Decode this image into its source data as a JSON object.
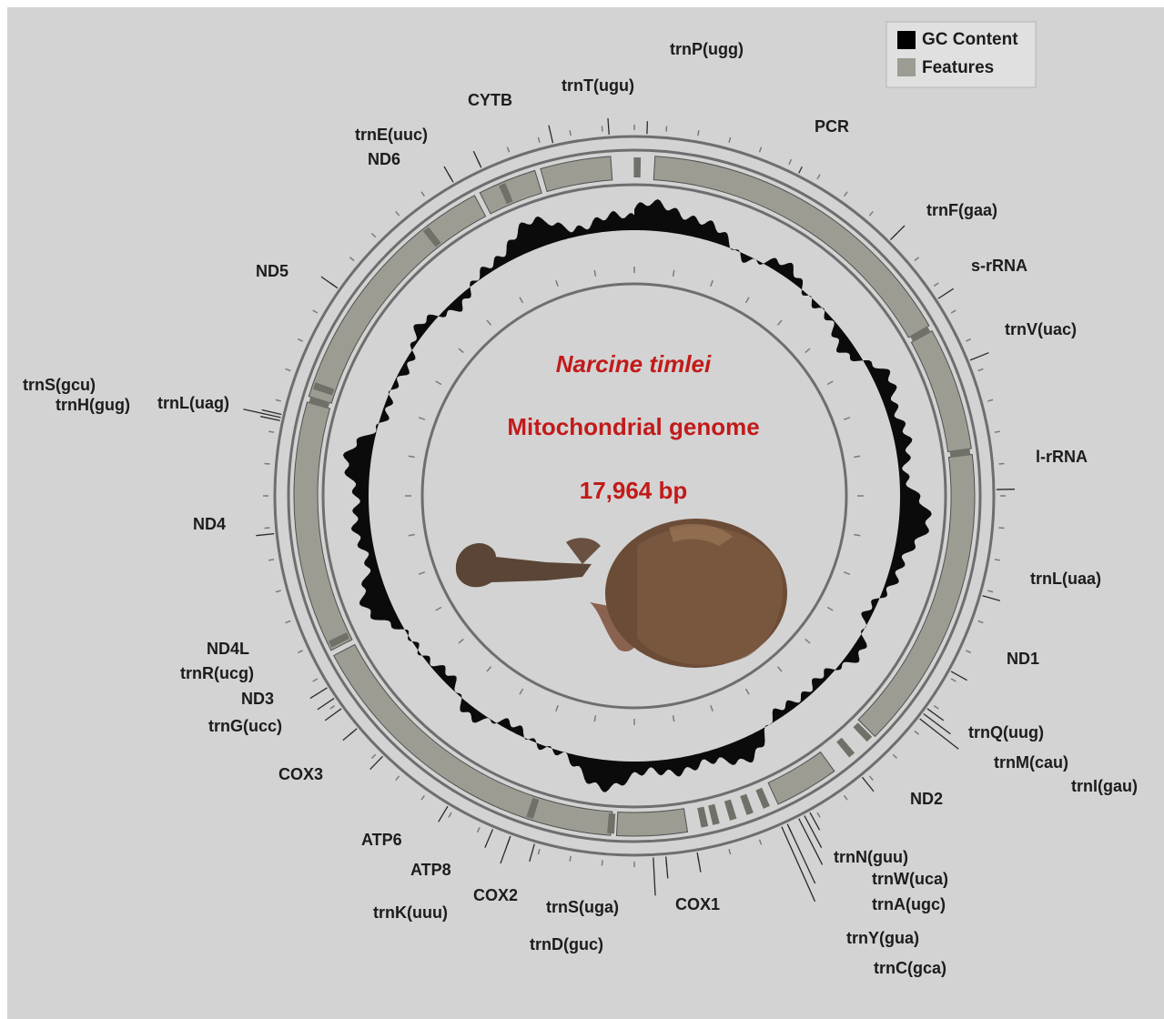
{
  "colors": {
    "background": "#d3d3d3",
    "feature_fill": "#9c9c92",
    "feature_stroke": "#505050",
    "gc_fill": "#000000",
    "ring": "#6e6e6e",
    "title": "#c21a1a",
    "label": "#1c1c1c"
  },
  "legend": {
    "gc_label": "GC Content",
    "features_label": "Features"
  },
  "title": {
    "species": "Narcine timlei",
    "subtitle": "Mitochondrial genome",
    "length": "17,964 bp"
  },
  "fish_image": {
    "semantic": "electric-ray-photo"
  },
  "genes": [
    {
      "name": "trnP(ugg)",
      "label": "trnP(ugg)",
      "kind": "tRNA"
    },
    {
      "name": "PCR",
      "label": "PCR",
      "kind": "region"
    },
    {
      "name": "trnF(gaa)",
      "label": "trnF(gaa)",
      "kind": "tRNA"
    },
    {
      "name": "s-rRNA",
      "label": "s-rRNA",
      "kind": "rRNA"
    },
    {
      "name": "trnV(uac)",
      "label": "trnV(uac)",
      "kind": "tRNA"
    },
    {
      "name": "l-rRNA",
      "label": "l-rRNA",
      "kind": "rRNA"
    },
    {
      "name": "trnL(uaa)",
      "label": "trnL(uaa)",
      "kind": "tRNA"
    },
    {
      "name": "ND1",
      "label": "ND1",
      "kind": "gene"
    },
    {
      "name": "trnQ(uug)",
      "label": "trnQ(uug)",
      "kind": "tRNA"
    },
    {
      "name": "trnM(cau)",
      "label": "trnM(cau)",
      "kind": "tRNA"
    },
    {
      "name": "trnI(gau)",
      "label": "trnI(gau)",
      "kind": "tRNA"
    },
    {
      "name": "ND2",
      "label": "ND2",
      "kind": "gene"
    },
    {
      "name": "trnN(guu)",
      "label": "trnN(guu)",
      "kind": "tRNA"
    },
    {
      "name": "trnW(uca)",
      "label": "trnW(uca)",
      "kind": "tRNA"
    },
    {
      "name": "trnA(ugc)",
      "label": "trnA(ugc)",
      "kind": "tRNA"
    },
    {
      "name": "trnY(gua)",
      "label": "trnY(gua)",
      "kind": "tRNA"
    },
    {
      "name": "trnC(gca)",
      "label": "trnC(gca)",
      "kind": "tRNA"
    },
    {
      "name": "COX1",
      "label": "COX1",
      "kind": "gene"
    },
    {
      "name": "trnS(uga)",
      "label": "trnS(uga)",
      "kind": "tRNA"
    },
    {
      "name": "trnD(guc)",
      "label": "trnD(guc)",
      "kind": "tRNA"
    },
    {
      "name": "COX2",
      "label": "COX2",
      "kind": "gene"
    },
    {
      "name": "trnK(uuu)",
      "label": "trnK(uuu)",
      "kind": "tRNA"
    },
    {
      "name": "ATP8",
      "label": "ATP8",
      "kind": "gene"
    },
    {
      "name": "ATP6",
      "label": "ATP6",
      "kind": "gene"
    },
    {
      "name": "COX3",
      "label": "COX3",
      "kind": "gene"
    },
    {
      "name": "trnG(ucc)",
      "label": "trnG(ucc)",
      "kind": "tRNA"
    },
    {
      "name": "ND3",
      "label": "ND3",
      "kind": "gene"
    },
    {
      "name": "trnR(ucg)",
      "label": "trnR(ucg)",
      "kind": "tRNA"
    },
    {
      "name": "ND4L",
      "label": "ND4L",
      "kind": "gene"
    },
    {
      "name": "ND4",
      "label": "ND4",
      "kind": "gene"
    },
    {
      "name": "trnH(gug)",
      "label": "trnH(gug)",
      "kind": "tRNA"
    },
    {
      "name": "trnS(gcu)",
      "label": "trnS(gcu)",
      "kind": "tRNA"
    },
    {
      "name": "trnL(uag)",
      "label": "trnL(uag)",
      "kind": "tRNA"
    },
    {
      "name": "ND5",
      "label": "ND5",
      "kind": "gene"
    },
    {
      "name": "ND6",
      "label": "ND6",
      "kind": "gene"
    },
    {
      "name": "trnE(uuc)",
      "label": "trnE(uuc)",
      "kind": "tRNA"
    },
    {
      "name": "CYTB",
      "label": "CYTB",
      "kind": "gene"
    },
    {
      "name": "trnT(ugu)",
      "label": "trnT(ugu)",
      "kind": "tRNA"
    }
  ]
}
